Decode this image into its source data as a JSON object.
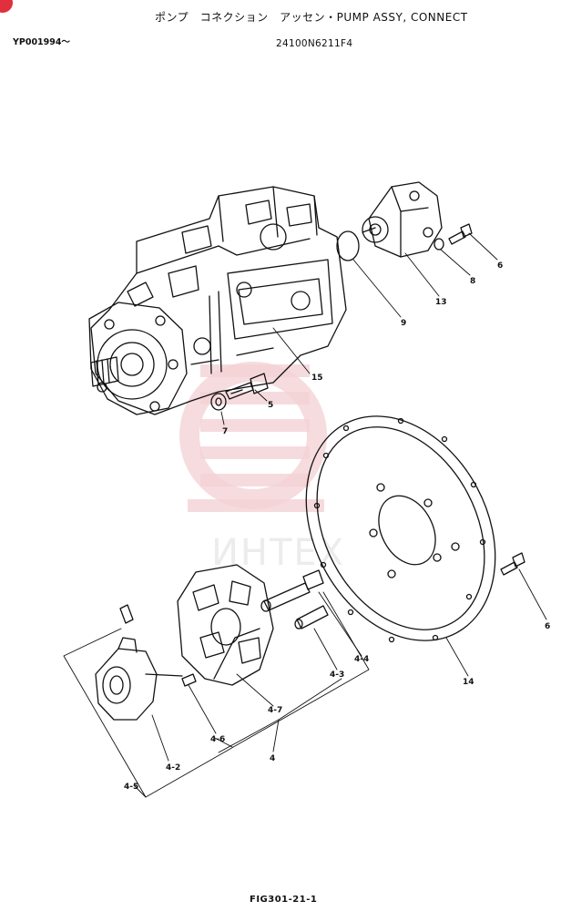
{
  "header": {
    "title": "ポンプ　コネクション　アッセン・PUMP  ASSY, CONNECT",
    "serial": "YP001994〜",
    "part_number": "24100N6211F4"
  },
  "footer": {
    "figure": "FIG301-21-1"
  },
  "watermark": {
    "text": "ИНТЕХ",
    "color": "#f2c9cc"
  },
  "callouts": {
    "c5": "5",
    "c6a": "6",
    "c6b": "6",
    "c7": "7",
    "c8": "8",
    "c9": "9",
    "c13": "13",
    "c14": "14",
    "c15": "15",
    "c4": "4",
    "c4_2": "4-2",
    "c4_3": "4-3",
    "c4_4": "4-4",
    "c4_5": "4-5",
    "c4_6": "4-6",
    "c4_7": "4-7"
  },
  "colors": {
    "line": "#111111",
    "badge": "#e0303e"
  }
}
